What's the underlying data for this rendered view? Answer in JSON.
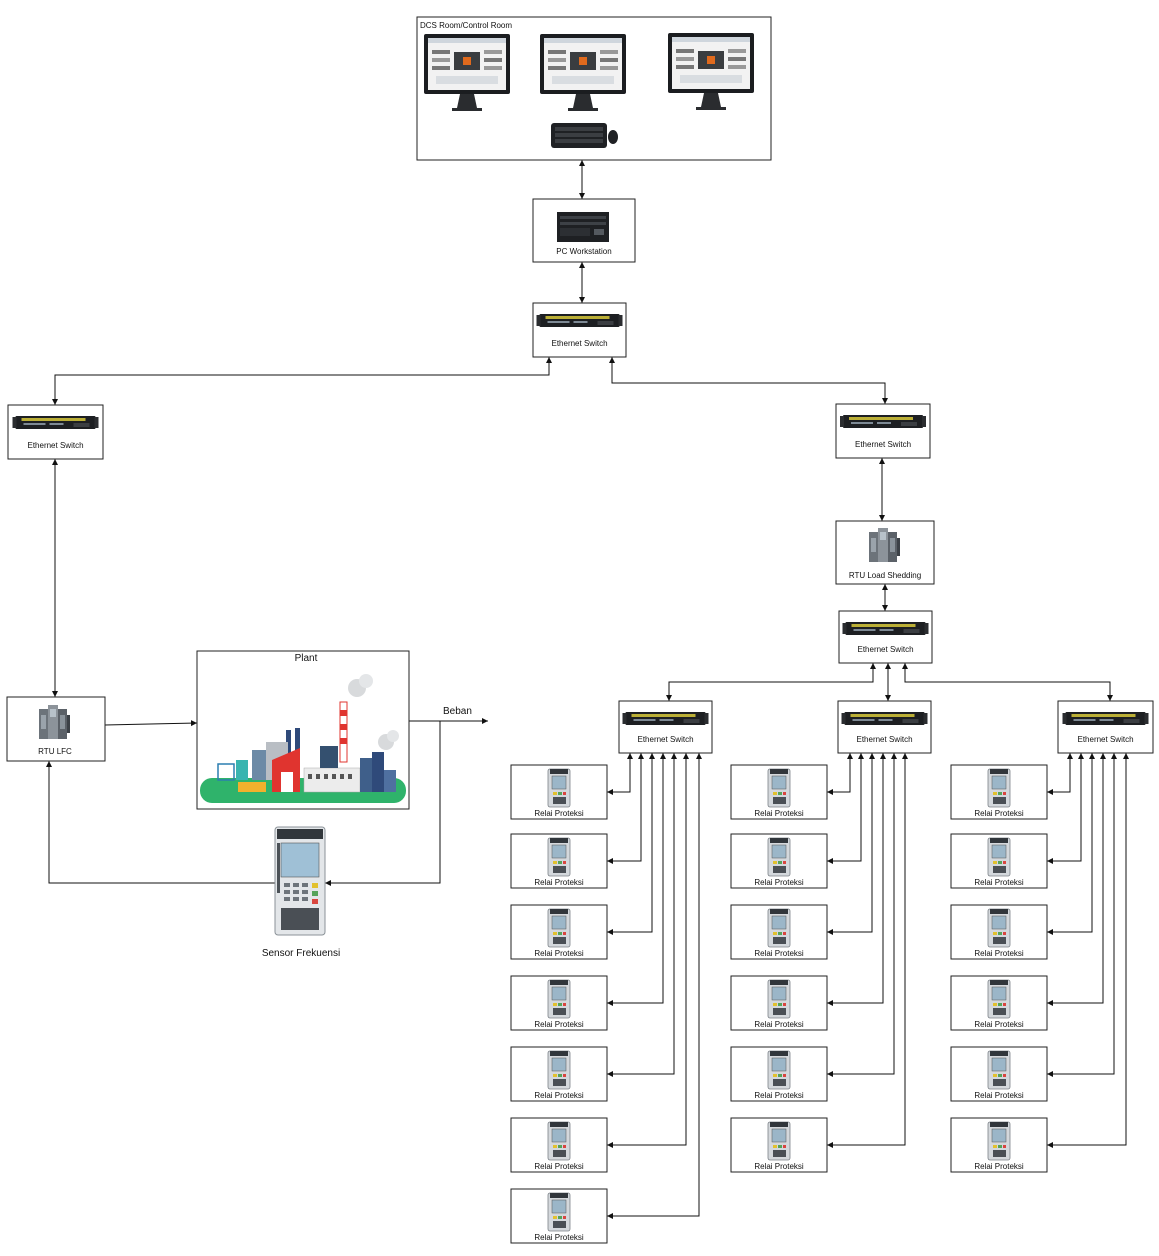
{
  "control_room": {
    "label": "DCS Room/Control Room"
  },
  "pc_workstation": {
    "label": "PC Workstation"
  },
  "switch_label": "Ethernet Switch",
  "rtu_load_shedding": {
    "label": "RTU Load Shedding"
  },
  "rtu_lfc": {
    "label": "RTU LFC"
  },
  "plant": {
    "label": "Plant"
  },
  "beban": {
    "label": "Beban"
  },
  "sensor": {
    "label": "Sensor Frekuensi"
  },
  "relay_label": "Relai Proteksi",
  "relay_groups": [
    {
      "count": 7
    },
    {
      "count": 6
    },
    {
      "count": 6
    }
  ],
  "colors": {
    "line": "#111111",
    "box_border": "#222222",
    "switch_body": "#1d1f22",
    "switch_led": "#d7c93a",
    "plant_green": "#2fb36b",
    "plant_red": "#e0342f"
  }
}
